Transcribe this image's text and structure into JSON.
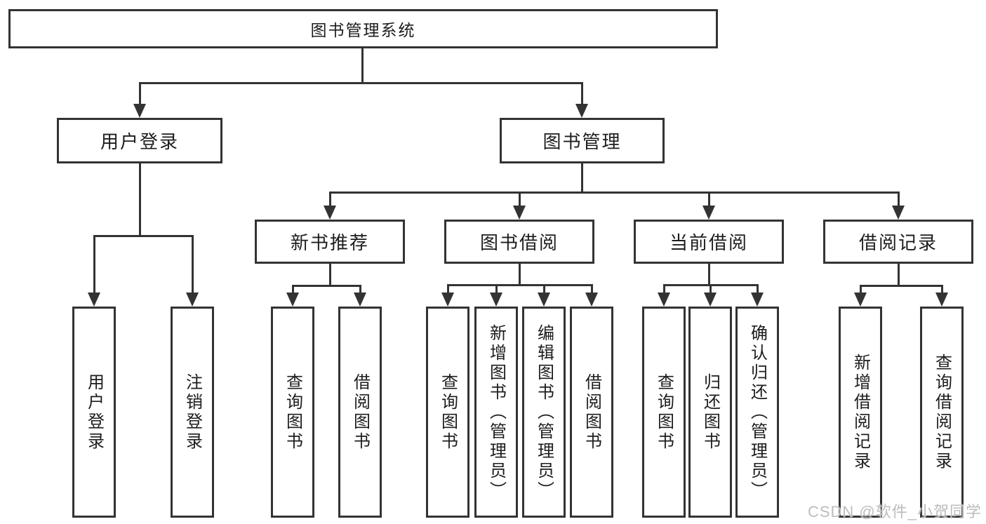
{
  "colors": {
    "line": "#333333",
    "text": "#1d1d1d",
    "background": "#ffffff",
    "watermark_color": "#bdbdbd"
  },
  "diagram": {
    "type": "hierarchy-tree",
    "root": {
      "label": "图书管理系统"
    },
    "level2": [
      {
        "label": "用户登录"
      },
      {
        "label": "图书管理"
      }
    ],
    "level3": [
      {
        "label": "新书推荐"
      },
      {
        "label": "图书借阅"
      },
      {
        "label": "当前借阅"
      },
      {
        "label": "借阅记录"
      }
    ],
    "leaves": {
      "user_login": [
        "用户登录",
        "注销登录"
      ],
      "new_books": [
        "查询图书",
        "借阅图书"
      ],
      "book_borrow": [
        "查询图书",
        "新增图书（管理员）",
        "编辑图书（管理员）",
        "借阅图书"
      ],
      "current_borrow": [
        "查询图书",
        "归还图书",
        "确认归还（管理员）"
      ],
      "borrow_records": [
        "新增借阅记录",
        "查询借阅记录"
      ]
    }
  },
  "watermark": {
    "text": "CSDN @软件_小贺同学"
  }
}
